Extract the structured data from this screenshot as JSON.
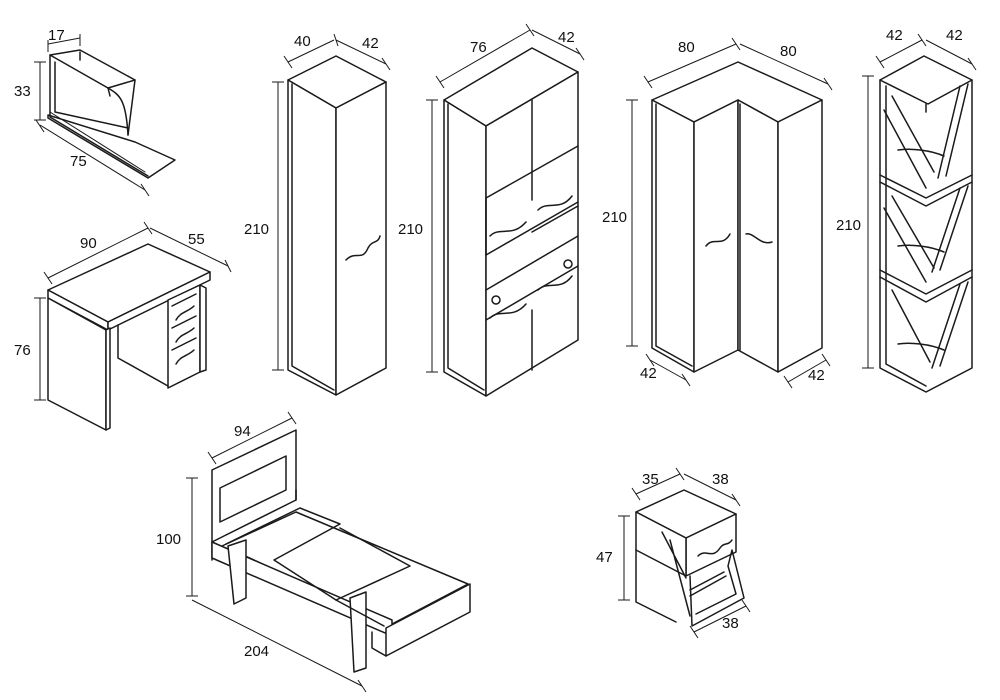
{
  "colors": {
    "line": "#1a1a1a",
    "background": "#ffffff"
  },
  "items": {
    "wall_shelf": {
      "depth": "17",
      "height": "33",
      "width": "75"
    },
    "desk": {
      "width": "90",
      "depth": "55",
      "height": "76"
    },
    "tall_cabinet": {
      "width": "40",
      "depth": "42",
      "height": "210"
    },
    "wardrobe_two_door": {
      "width": "76",
      "depth": "42",
      "height": "210"
    },
    "corner_wardrobe": {
      "width_left": "80",
      "width_right": "80",
      "height": "210",
      "depth_left": "42",
      "depth_right": "42"
    },
    "bookcase": {
      "width": "42",
      "depth": "42",
      "height": "210"
    },
    "bed": {
      "width": "94",
      "height": "100",
      "length": "204"
    },
    "nightstand": {
      "width": "35",
      "depth": "38",
      "height": "47",
      "base_depth": "38"
    }
  }
}
